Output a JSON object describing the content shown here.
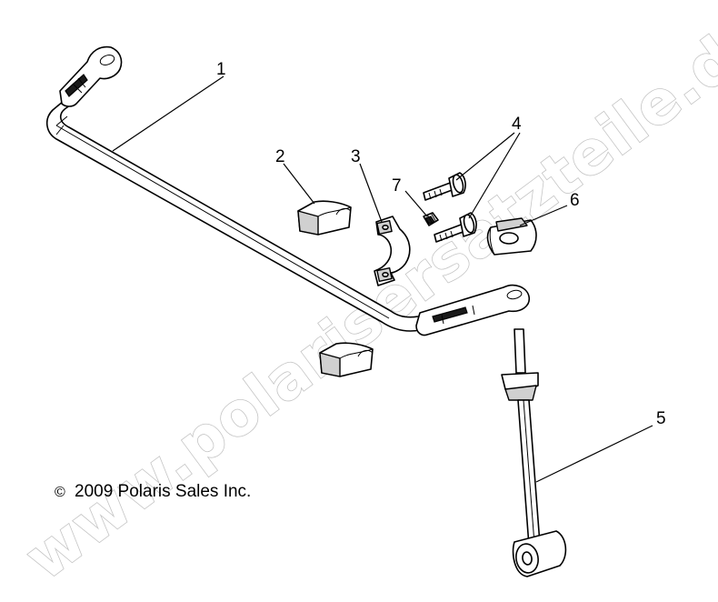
{
  "copyright": {
    "symbol": "©",
    "text": "2009 Polaris Sales Inc."
  },
  "watermark": "www.polarisersatzteile.de",
  "callouts": [
    {
      "id": "1",
      "part": "stabilizer-bar"
    },
    {
      "id": "2",
      "part": "bushing-upper"
    },
    {
      "id": "3",
      "part": "mounting-bracket"
    },
    {
      "id": "4",
      "part": "bolts"
    },
    {
      "id": "5",
      "part": "link-rod"
    },
    {
      "id": "6",
      "part": "rubber-bushing"
    },
    {
      "id": "7",
      "part": "small-nut"
    }
  ]
}
